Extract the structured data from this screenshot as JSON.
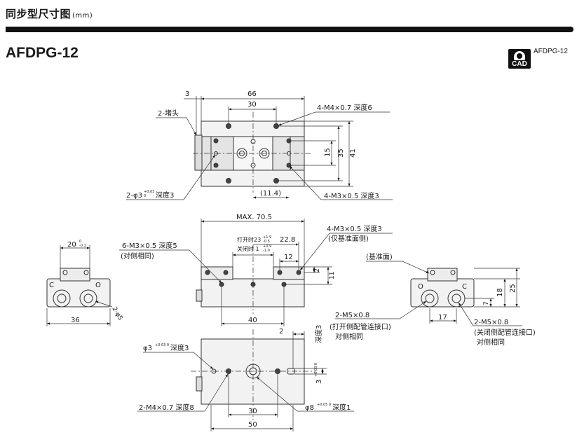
{
  "header": {
    "section_title": "同步型尺寸图",
    "unit": "(mm)",
    "model": "AFDPG-12",
    "cad_badge": "CAD",
    "cad_label": "AFDPG-12"
  },
  "top_view": {
    "dim_3": "3",
    "dim_66": "66",
    "dim_30": "30",
    "dim_15": "15",
    "dim_35": "35",
    "dim_41": "41",
    "dim_11_4": "(11.4)",
    "plug_label": "2-堵头",
    "m4_label": "4-M4×0.7  深度6",
    "m3_label": "4-M3×0.5  深度3",
    "pin_label": "2-φ3",
    "pin_tol_upper": "+0.03",
    "pin_tol_lower": "0",
    "pin_depth": "深度3"
  },
  "front_view": {
    "dim_max": "MAX. 70.5",
    "open_label": "打开时23",
    "open_tol_upper": "+1.9",
    "open_tol_lower": "-0.5",
    "close_label": "关闭时 1",
    "close_tol_upper": "+0.9",
    "close_tol_lower": "-1.0",
    "dim_22_8": "22.8",
    "dim_12": "12",
    "dim_2": "2",
    "dim_11": "11",
    "dim_40": "40",
    "m3_label": "4-M3×0.5  深度3",
    "m3_note": "(仅基准面侧)",
    "side_m3_label": "6-M3×0.5  深度5",
    "side_m3_note": "(对侧相同)"
  },
  "left_view": {
    "dim_20": "20",
    "tol_20_upper": "0",
    "tol_20_lower": "-0.1",
    "dim_36": "36",
    "letter_c": "C",
    "letter_o": "O",
    "phi5": "2-φ5"
  },
  "right_view": {
    "datum_label": "(基准面)",
    "letter_o": "O",
    "letter_c": "C",
    "dim_7": "7",
    "dim_18": "18",
    "dim_25": "25",
    "dim_17": "17",
    "m5_open_label": "2-M5×0.8",
    "m5_open_note": "(打开侧配管连接口)",
    "m5_open_same": "对侧相同",
    "m5_close_label": "2-M5×0.8",
    "m5_close_note": "(关闭侧配管连接口)",
    "m5_close_same": "对侧相同"
  },
  "bottom_view": {
    "dim_2": "2",
    "depth3_label": "深度3",
    "dim_3v": "3",
    "tol_3v": "+0.03 0",
    "pin_label": "φ3",
    "pin_tol": "+0.03 0",
    "pin_depth": "深度3",
    "m4_label": "2-M4×0.7  深度8",
    "phi8_label": "φ8",
    "phi8_tol": "+0.05 0",
    "phi8_depth": "深度1",
    "dim_30": "30",
    "dim_50": "50"
  }
}
